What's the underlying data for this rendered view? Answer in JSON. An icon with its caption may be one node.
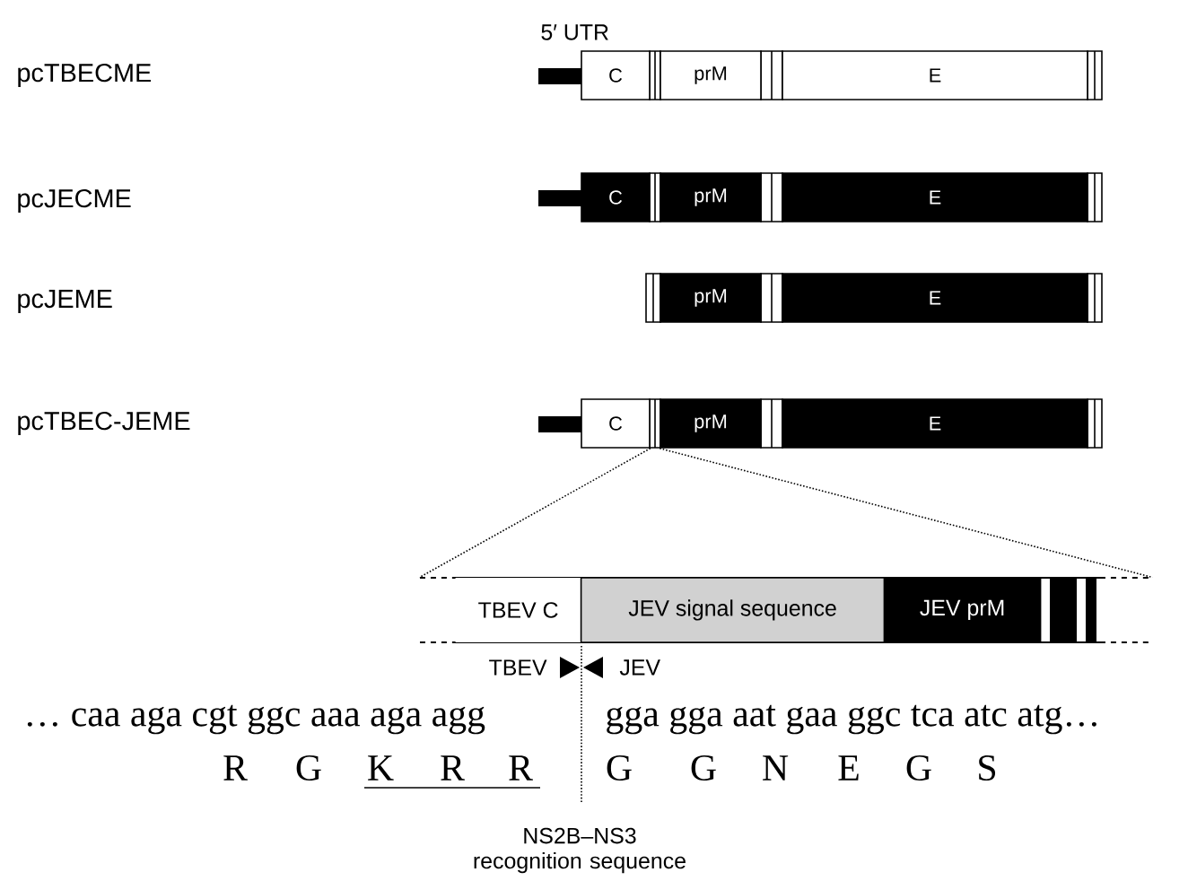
{
  "diagram": {
    "nodes": [
      {
        "text": [
          "C"
        ]
      },
      {
        "text": [
          "prM"
        ]
      },
      {
        "text": [
          "E"
        ]
      },
      {
        "text": [
          "C"
        ]
      },
      {
        "text": [
          "prM"
        ]
      },
      {
        "text": [
          "E"
        ]
      },
      {
        "text": [
          "prM"
        ]
      },
      {
        "text": [
          "E"
        ]
      },
      {
        "text": [
          "C"
        ]
      },
      {
        "text": [
          "prM"
        ]
      },
      {
        "text": [
          "E"
        ]
      },
      {
        "text": [],
        "shape": "box"
      },
      {
        "text": [
          "TBEV C"
        ],
        "in": 11
      },
      {
        "text": [
          "JEV signal sequence"
        ],
        "in": 11
      },
      {
        "text": [
          "JEV prM"
        ],
        "in": 11
      }
    ],
    "edges": [
      {
        "from": 8,
        "to": 11,
        "arrow": "none",
        "style": "dashed"
      },
      {
        "from": 9,
        "to": 11,
        "arrow": "none",
        "style": "dashed"
      }
    ],
    "labels": [
      "5′ UTR",
      "pcTBECME",
      "pcJECME",
      "pcJEME",
      "pcTBEC-JEME",
      "TBEV",
      "JEV",
      "… caa aga cgt ggc aaa aga agg",
      "gga gga aat gaa ggc tca atc atg…",
      "R",
      "G",
      "K",
      "R",
      "R",
      "G",
      "G",
      "N",
      "E",
      "G",
      "S",
      "NS2B–NS3 recognition sequence"
    ]
  }
}
